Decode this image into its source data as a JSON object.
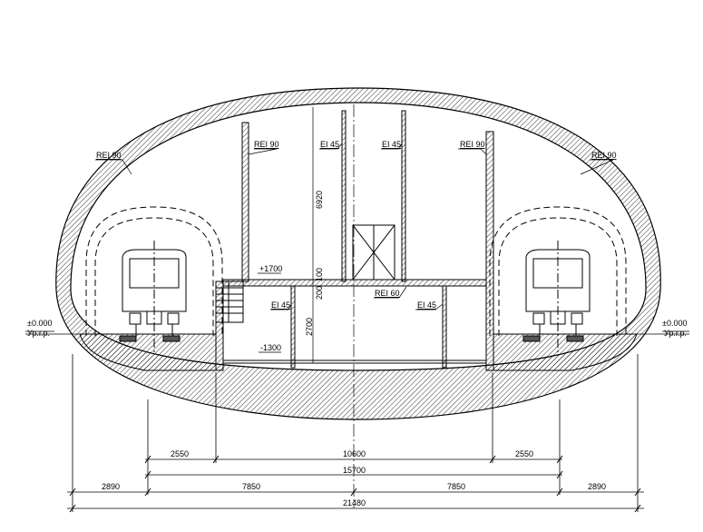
{
  "labels": {
    "rei90_outer_left": "REI 90",
    "rei90_outer_right": "REI 90",
    "rei90_wall_left": "REI 90",
    "rei90_wall_right": "REI 90",
    "ei45_top_left": "EI 45",
    "ei45_top_right": "EI 45",
    "ei45_lower_left": "EI 45",
    "ei45_lower_right": "EI 45",
    "rei60_slab": "REI 60",
    "level_plus_1700": "+1700",
    "level_minus_1300": "-1300",
    "level_zero_left": "±0.000",
    "level_zero_left_sub": "Ур.г.р.",
    "level_zero_right": "±0.000",
    "level_zero_right_sub": "Ур.г.р."
  },
  "dimensions": {
    "vertical": {
      "upper": "6920",
      "slab_top": "100",
      "slab": "200",
      "lower": "2700"
    },
    "row1": [
      "2550",
      "10600",
      "2550"
    ],
    "row2": "15700",
    "row3": [
      "2890",
      "7850",
      "7850",
      "2890"
    ],
    "total": "21480"
  }
}
